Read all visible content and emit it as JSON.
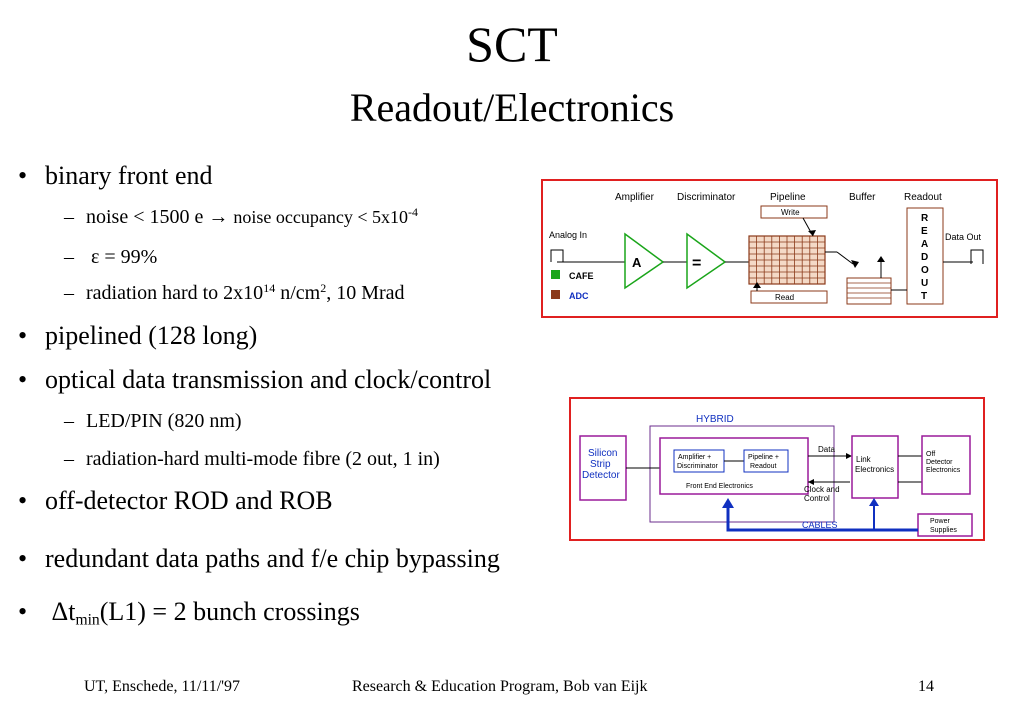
{
  "title": "SCT",
  "subtitle": "Readout/Electronics",
  "bullets": {
    "b1": "binary front end",
    "b1_sub": {
      "noise_a": "noise < 1500 e",
      "arrow": "→",
      "noise_b": "noise occupancy < 5x10",
      "noise_exp": "-4",
      "eff": "ε = 99%",
      "rad_a": "radiation hard to 2x10",
      "rad_exp": "14",
      "rad_b": " n/cm",
      "rad_exp2": "2",
      "rad_c": ", 10 Mrad"
    },
    "b2": "pipelined (128 long)",
    "b3": "optical data transmission and clock/control",
    "b3_sub": {
      "led": "LED/PIN (820 nm)",
      "fibre": "radiation-hard multi-mode fibre (2 out, 1 in)"
    },
    "b4": "off-detector ROD and ROB",
    "b5": "redundant data paths and f/e chip bypassing",
    "b6": {
      "pre": "Δt",
      "sub": "min",
      "post": "(L1) = 2 bunch crossings"
    },
    "marker": "•",
    "dash": "–"
  },
  "diagram1": {
    "amplifier": "Amplifier",
    "discriminator": "Discriminator",
    "pipeline": "Pipeline",
    "buffer": "Buffer",
    "readout": "Readout",
    "write": "Write",
    "read": "Read",
    "analog_in": "Analog In",
    "data_out": "Data Out",
    "amp_symbol": "A",
    "disc_symbol": "=",
    "readout_letters": [
      "R",
      "E",
      "A",
      "D",
      "O",
      "U",
      "T"
    ],
    "legend": [
      {
        "label": "CAFE",
        "color": "#1aa51a"
      },
      {
        "label": "ADC",
        "color": "#8b3a1a"
      }
    ],
    "frame_color": "#e02020"
  },
  "diagram2": {
    "hybrid": "HYBRID",
    "silicon": [
      "Silicon",
      "Strip",
      "Detector"
    ],
    "amp_disc": [
      "Amplifier +",
      "Discriminator"
    ],
    "pipe_read": [
      "Pipeline +",
      "Readout"
    ],
    "front_end": "Front End Electronics",
    "data": "Data",
    "clock": [
      "Clock and",
      "Control"
    ],
    "link": [
      "Link",
      "Electronics"
    ],
    "off": [
      "Off",
      "Detector",
      "Electronics"
    ],
    "power": [
      "Power",
      "Supplies"
    ],
    "cables": "CABLES",
    "frame_color": "#e02020"
  },
  "footer": {
    "left": "UT, Enschede, 11/11/'97",
    "center": "Research & Education Program, Bob van Eijk",
    "page": "14"
  }
}
